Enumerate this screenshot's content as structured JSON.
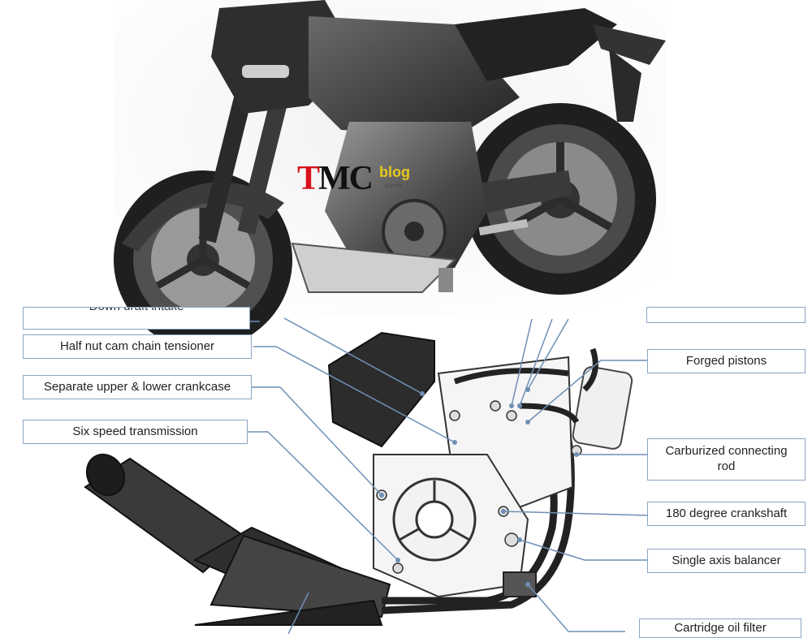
{
  "watermark": {
    "brand_t": "T",
    "brand_mc": "MC",
    "brand_blog": "blog",
    "brand_sub": "c-o-m"
  },
  "labels": {
    "top_left_cut": "Down draft intake",
    "cam_tensioner": "Half nut cam chain tensioner",
    "crankcase": "Separate upper & lower crankcase",
    "transmission": "Six speed transmission",
    "pistons": "Forged pistons",
    "connecting_rod": "Carburized  connecting\nrod",
    "crankshaft": "180 degree  crankshaft",
    "balancer": "Single axis balancer",
    "oil_filter": "Cartridge oil filter"
  },
  "colors": {
    "callout_line": "#6f8fb5",
    "box_border": "#8aa4c2",
    "drawing": "#3a3a3a"
  }
}
